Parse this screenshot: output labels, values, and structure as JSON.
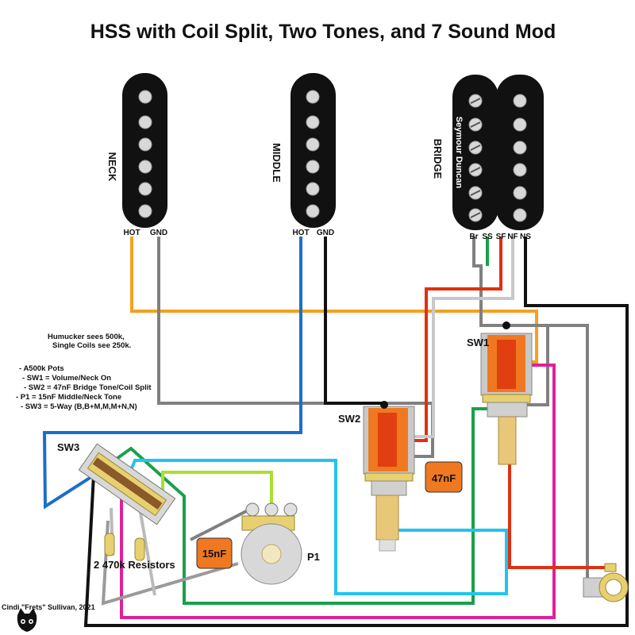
{
  "title": "HSS with Coil Split, Two Tones, and 7 Sound Mod",
  "pickups": {
    "neck": {
      "name": "NECK",
      "hot": "HOT",
      "gnd": "GND"
    },
    "middle": {
      "name": "MIDDLE",
      "hot": "HOT",
      "gnd": "GND"
    },
    "bridge": {
      "name": "BRIDGE",
      "brand": "Seymour Duncan",
      "terminals": [
        "Br",
        "SS",
        "SF",
        "NF",
        "NS"
      ]
    }
  },
  "notes": {
    "humbucker": [
      "Humucker sees 500k,",
      "Single Coils see 250k."
    ],
    "list": [
      "- A500k Pots",
      "- SW1 = Volume/Neck On",
      "- SW2 = 47nF Bridge Tone/Coil Split",
      "- P1 = 15nF Middle/Neck Tone",
      "- SW3 = 5-Way (B,B+M,M,M+N,N)"
    ]
  },
  "components": {
    "sw1": "SW1",
    "sw2": "SW2",
    "sw3": "SW3",
    "p1": "P1",
    "cap_bridge": "47nF",
    "cap_mid": "15nF",
    "resistors": "2 470k Resistors"
  },
  "credit": "Cindi \"Frets\" Sullivan, 2021",
  "colors": {
    "orange_wire": "#f5a020",
    "gray_wire": "#808080",
    "blue_wire": "#1a6fc9",
    "black_wire": "#111111",
    "red_wire": "#e03010",
    "green_wire": "#1aa04a",
    "pink_wire": "#e0209a",
    "cyan_wire": "#22c4ee",
    "lime_wire": "#a8e030",
    "cap_orange": "#f07820",
    "pot_orange": "#f5a640"
  }
}
